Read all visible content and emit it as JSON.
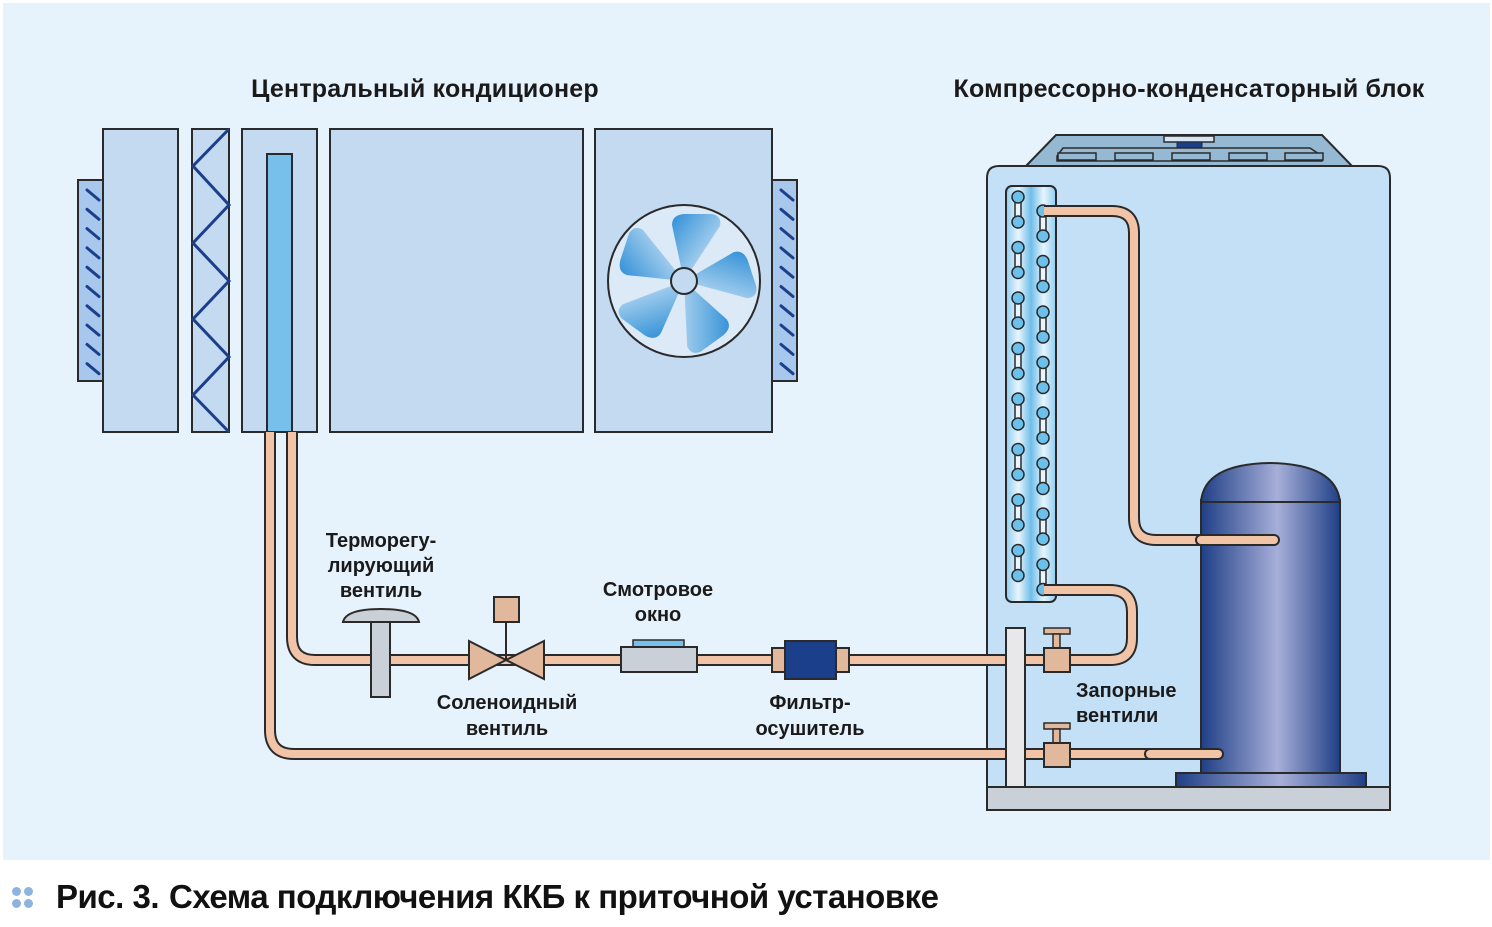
{
  "diagram": {
    "labels": {
      "central_ac": "Центральный кондиционер",
      "condensing_unit": "Компрессорно-конденсаторный блок",
      "txv_line1": "Терморегу-",
      "txv_line2": "лирующий",
      "txv_line3": "вентиль",
      "solenoid_line1": "Соленоидный",
      "solenoid_line2": "вентиль",
      "sight_glass_line1": "Смотровое",
      "sight_glass_line2": "окно",
      "filter_line1": "Фильтр-",
      "filter_line2": "осушитель",
      "shutoff_line1": "Запорные",
      "shutoff_line2": "вентили"
    },
    "colors": {
      "background": "#e6f2fc",
      "unit_fill": "#c3daf1",
      "grille_fill": "#a7c8ec",
      "accent_dark_blue": "#1c3f8c",
      "coil_fill": "#78c0ec",
      "pipe_fill": "#f1c4a8",
      "valve_fill": "#e2b89d",
      "gray_part": "#c9d0d7",
      "outdoor_unit_fill": "#c4e0f6",
      "roof_fill": "#95b9d3",
      "compressor_dark": "#1f3f86",
      "compressor_light": "#a7afd9",
      "outline": "#2a2a2a"
    }
  },
  "caption": {
    "figure_number": "Рис. 3.",
    "text": "Схема подключения ККБ к приточной установке",
    "icon": "double-dot-bullet-icon"
  }
}
